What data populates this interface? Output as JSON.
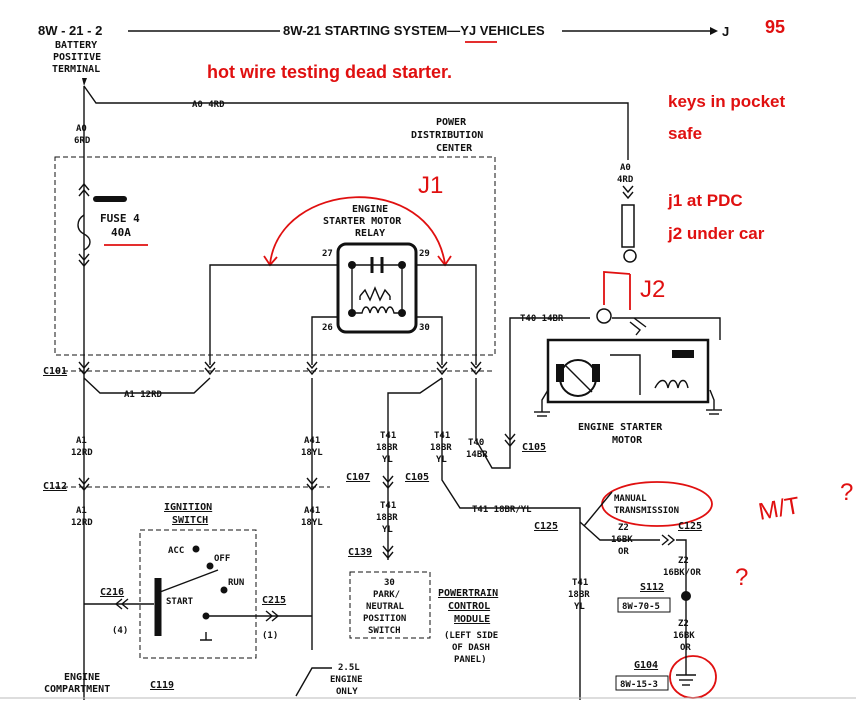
{
  "header": {
    "page_ref": "8W - 21 - 2",
    "title_prefix": "8W-21 STARTING SYSTEM—",
    "title_yj": "YJ",
    "title_suffix": " VEHICLES",
    "section": "J",
    "page_number": "95"
  },
  "annotations": {
    "headline": "hot wire testing  dead starter.",
    "keys_line1": "keys in pocket",
    "keys_line2": "safe",
    "j1_note": "j1 at PDC",
    "j2_note": "j2 under car",
    "j1_mark": "J1",
    "j2_mark": "J2",
    "mt_mark": "M/T",
    "q1": "?",
    "q2": "?"
  },
  "labels": {
    "battery_1": "BATTERY",
    "battery_2": "POSITIVE",
    "battery_3": "TERMINAL",
    "a0_4rd_top": "A0 4RD",
    "a0": "A0",
    "rd6": "6RD",
    "pdc_1": "POWER",
    "pdc_2": "DISTRIBUTION",
    "pdc_3": "CENTER",
    "fuse_1": "FUSE 4",
    "fuse_2": "40A",
    "relay_1": "ENGINE",
    "relay_2": "STARTER MOTOR",
    "relay_3": "RELAY",
    "pin27": "27",
    "pin29": "29",
    "pin26": "26",
    "pin30": "30",
    "a0_right": "A0",
    "rd4_right": "4RD",
    "t40_14br": "T40 14BR",
    "c101": "C101",
    "a1_12rd": "A1 12RD",
    "a1": "A1",
    "rd12": "12RD",
    "a41": "A41",
    "yl18": "18YL",
    "t41": "T41",
    "br18": "18BR",
    "yl": "YL",
    "t40": "T40",
    "br14": "14BR",
    "c105": "C105",
    "starter_1": "ENGINE STARTER",
    "starter_2": "MOTOR",
    "c112": "C112",
    "c107": "C107",
    "c105b": "C105",
    "t41_18bryl": "T41 18BR/YL",
    "manual_1": "MANUAL",
    "manual_2": "TRANSMISSION",
    "ign_1": "IGNITION",
    "ign_2": "SWITCH",
    "acc": "ACC",
    "off": "OFF",
    "run": "RUN",
    "start": "START",
    "c216": "C216",
    "c215": "C215",
    "four": "(4)",
    "one": "(1)",
    "c139": "C139",
    "park_1": "30",
    "park_2": "PARK/",
    "park_3": "NEUTRAL",
    "park_4": "POSITION",
    "park_5": "SWITCH",
    "pcm_1": "POWERTRAIN",
    "pcm_2": "CONTROL",
    "pcm_3": "MODULE",
    "pcm_4": "(LEFT SIDE",
    "pcm_5": "OF DASH",
    "pcm_6": "PANEL)",
    "c125": "C125",
    "c125b": "C125",
    "z2": "Z2",
    "bk16": "16BK",
    "or": "OR",
    "z2b": "Z2",
    "bk16or": "16BK/OR",
    "s112": "S112",
    "ref_s112": "8W-70-5",
    "z2c": "Z2",
    "bk16c": "16BK",
    "orc": "OR",
    "g104": "G104",
    "ref_g104": "8W-15-3",
    "t41_bottom": "T41",
    "br18_bottom": "18BR",
    "yl_bottom": "YL",
    "eng_comp_1": "ENGINE",
    "eng_comp_2": "COMPARTMENT",
    "c119": "C119",
    "l25": "2.5L",
    "l25_2": "ENGINE",
    "l25_3": "ONLY"
  }
}
